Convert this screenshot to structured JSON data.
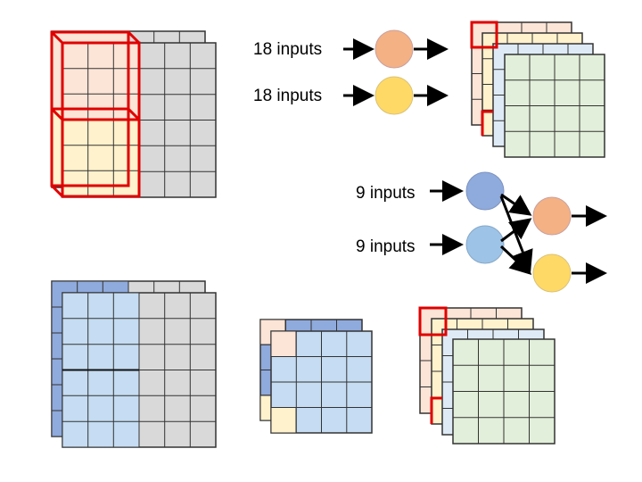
{
  "labels": {
    "top_first": "18 inputs",
    "top_second": "18 inputs",
    "mid_first": "9 inputs",
    "mid_second": "9 inputs"
  },
  "colors": {
    "grid_gray": "#d9d9d9",
    "grid_line": "#333333",
    "peach": "#fce4d6",
    "cream": "#fff2cc",
    "light_blue": "#c5dcf2",
    "steel_blue": "#8faadc",
    "light_green": "#e2efda",
    "highlight_red": "#e00000",
    "node_orange": "#f4b183",
    "node_yellow": "#ffd966",
    "node_blue_dark": "#8faadc",
    "node_blue_light": "#9dc3e6",
    "arrow": "#000000"
  }
}
